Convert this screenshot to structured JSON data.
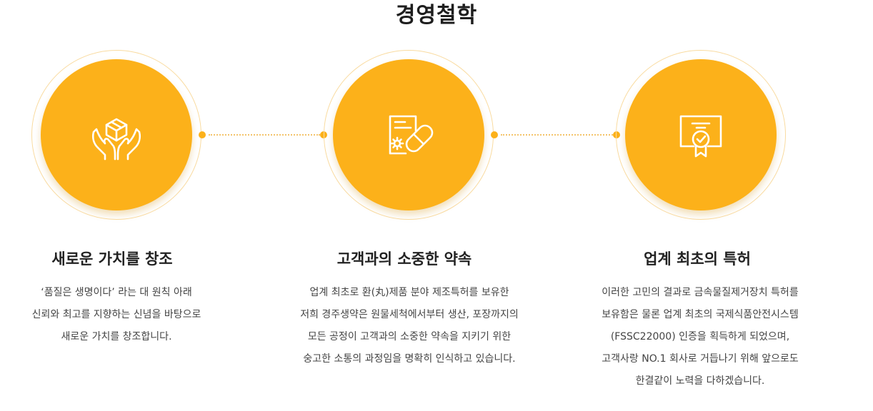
{
  "page": {
    "title": "경영철학",
    "accent_color": "#fcb11a"
  },
  "cards": [
    {
      "icon": "hands-box-icon",
      "title": "새로운 가치를 창조",
      "lines": [
        "‘품질은 생명이다’ 라는 대 원칙 아래",
        "신뢰와 최고를 지향하는 신념을 바탕으로",
        "새로운 가치를 창조합니다."
      ]
    },
    {
      "icon": "certificate-capsule-icon",
      "title": "고객과의 소중한 약속",
      "lines": [
        "업계 최초로 환(丸)제품 분야 제조특허를 보유한",
        "저희 경주생약은 원물세척에서부터 생산, 포장까지의",
        "모든 공정이 고객과의 소중한 약속을 지키기 위한",
        "숭고한 소통의 과정임을 명확히 인식하고 있습니다."
      ]
    },
    {
      "icon": "award-certificate-icon",
      "title": "업계 최초의 특허",
      "lines": [
        "이러한 고민의 결과로 금속물질제거장치 특허를",
        "보유함은 물론 업계 최초의 국제식품안전시스템",
        "(FSSC22000) 인증을 획득하게  되었으며,",
        "고객사랑 NO.1 회사로 거듭나기 위해 앞으로도",
        "한결같이 노력을 다하겠습니다."
      ]
    }
  ]
}
